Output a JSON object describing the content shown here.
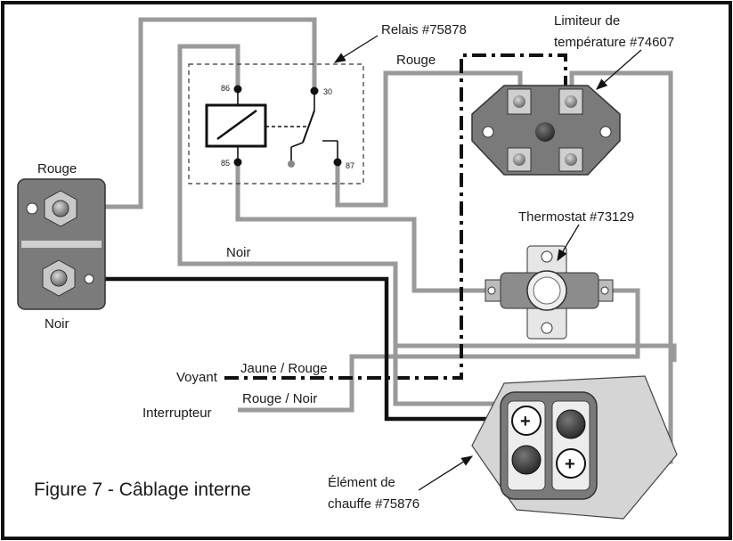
{
  "labels": {
    "relay": "Relais #75878",
    "limiter_line1": "Limiteur de",
    "limiter_line2": "température  #74607",
    "rouge_top": "Rouge",
    "rouge_left": "Rouge",
    "noir_left": "Noir",
    "noir_mid": "Noir",
    "thermostat": "Thermostat #73129",
    "voyant": "Voyant",
    "jaune_rouge": "Jaune / Rouge",
    "interrupteur": "Interrupteur",
    "rouge_noir": "Rouge / Noir",
    "element_line1": "Élément de",
    "element_line2": "chauffe #75876",
    "figure_caption": "Figure 7 - Câblage interne"
  },
  "relay_pins": {
    "p86": "86",
    "p85": "85",
    "p30": "30",
    "p87": "87"
  },
  "symbols": {
    "plus": "+"
  },
  "colors": {
    "wire_gray": "#9a9a9a",
    "wire_black": "#111111",
    "component_fill": "#777777",
    "background": "#ffffff"
  }
}
